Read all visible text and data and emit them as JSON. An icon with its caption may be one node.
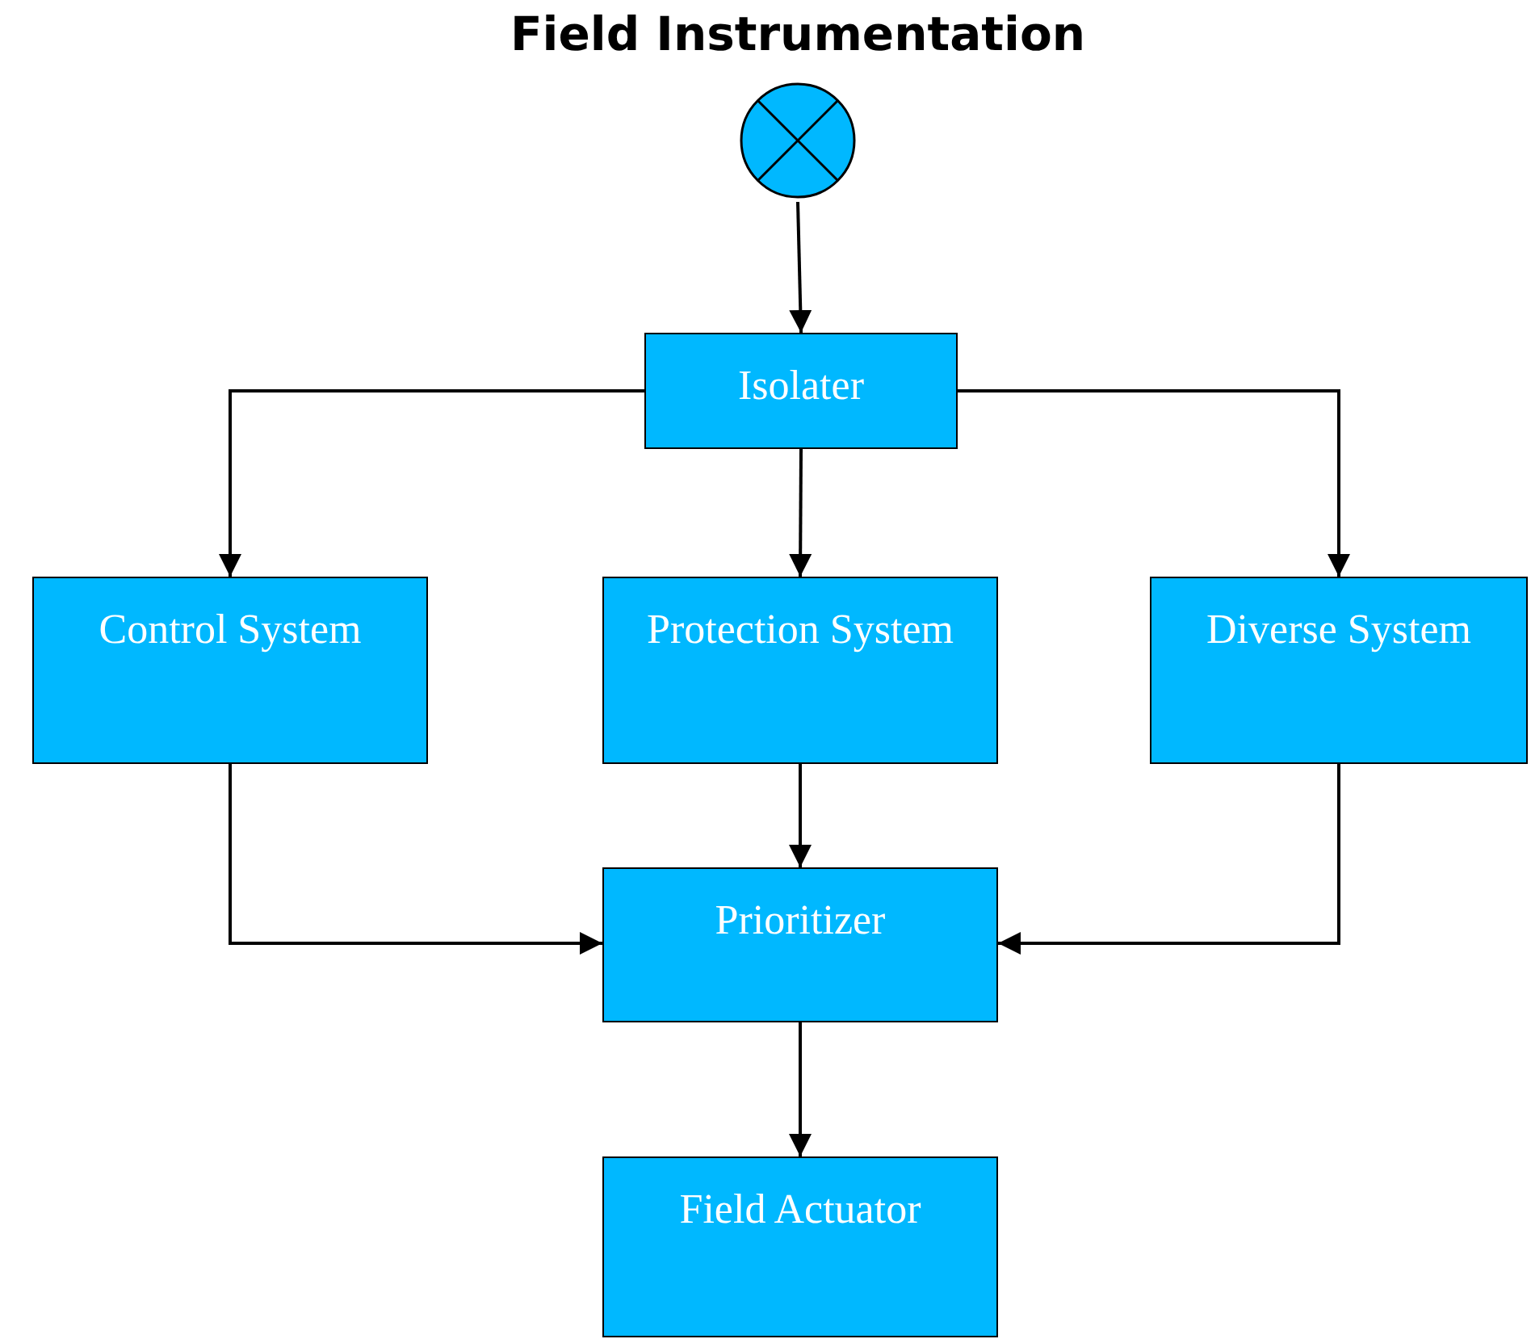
{
  "diagram": {
    "nodes": [
      {
        "text": [
          "Field Instrumentation"
        ]
      },
      {
        "text": [
          "Isolater"
        ]
      },
      {
        "text": [
          "Control System"
        ]
      },
      {
        "text": [
          "Protection System"
        ]
      },
      {
        "text": [
          "Diverse System"
        ]
      },
      {
        "text": [
          "Prioritizer"
        ]
      },
      {
        "text": [
          "Field Actuator"
        ]
      }
    ],
    "edges": [
      {
        "from": 0,
        "to": 1,
        "arrow": "to"
      },
      {
        "from": 1,
        "to": 2,
        "arrow": "to"
      },
      {
        "from": 1,
        "to": 3,
        "arrow": "to"
      },
      {
        "from": 1,
        "to": 4,
        "arrow": "to"
      },
      {
        "from": 2,
        "to": 5,
        "arrow": "to"
      },
      {
        "from": 3,
        "to": 5,
        "arrow": "to"
      },
      {
        "from": 4,
        "to": 5,
        "arrow": "to"
      },
      {
        "from": 5,
        "to": 6,
        "arrow": "to"
      }
    ]
  }
}
